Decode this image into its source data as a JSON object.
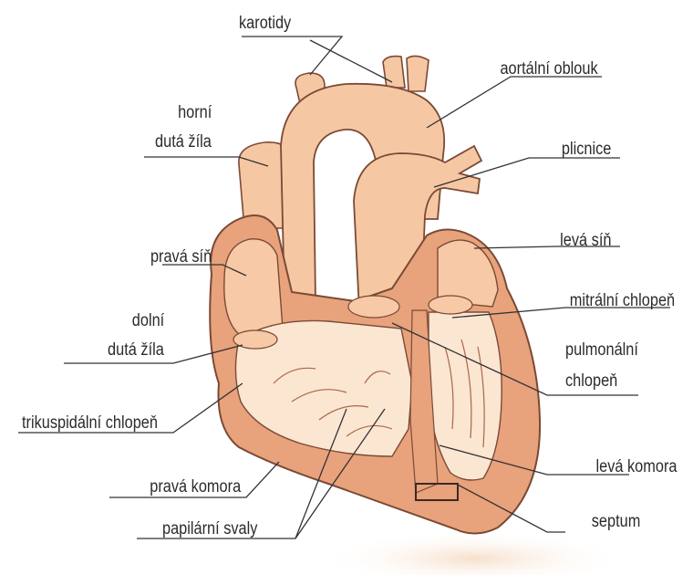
{
  "diagram": {
    "labels": {
      "karotidy": "karotidy",
      "aortalni_oblouk": "aortální oblouk",
      "horni_duta_zila_1": "horní",
      "horni_duta_zila_2": "dutá žíla",
      "plicnice": "plicnice",
      "prava_sin": "pravá síň",
      "leva_sin": "levá síň",
      "mitralni_chlopen": "mitrální chlopeň",
      "dolni_duta_zila_1": "dolní",
      "dolni_duta_zila_2": "dutá žíla",
      "pulmonalni_chlopen_1": "pulmonální",
      "pulmonalni_chlopen_2": "chlopeň",
      "trikuspidalni_chlopen": "trikuspidální chlopeň",
      "leva_komora": "levá komora",
      "prava_komora": "pravá komora",
      "septum": "septum",
      "papilarni_svaly": "papilární svaly"
    },
    "colors": {
      "tissue_light": "#f7c9a6",
      "tissue_pale": "#fbe6d2",
      "muscle": "#e8a27c",
      "muscle_dark": "#c9774f",
      "outline": "#7a4a35",
      "interior": "#fdf1e6",
      "text": "#2b2b2b"
    }
  }
}
